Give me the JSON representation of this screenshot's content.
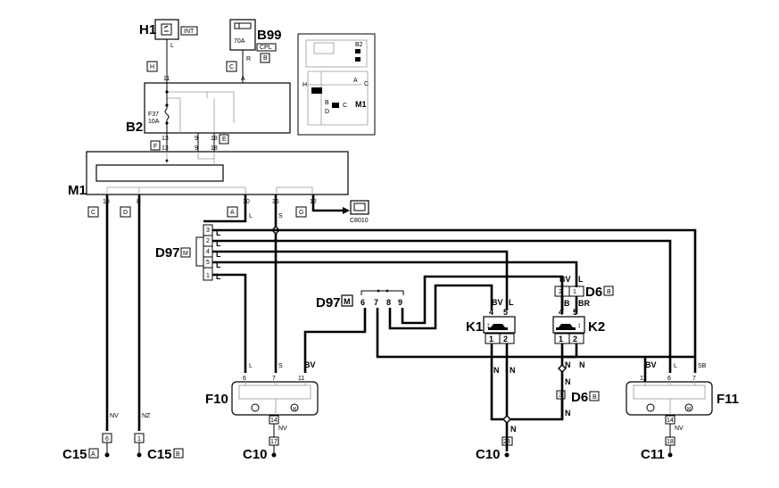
{
  "components": {
    "H1": "H1",
    "H1_tag": "INT",
    "B99": "B99",
    "B99_tag": "CPL",
    "B99_fuse": "70A",
    "B2": "B2",
    "B2_fuse": "F37",
    "B2_fuse_rating": "10A",
    "M1": "M1",
    "D97": "D97",
    "D97_tag": "M",
    "D6": "D6",
    "D6_tag": "B",
    "K1": "K1",
    "K2": "K2",
    "F10": "F10",
    "F11": "F11",
    "C15": "C15",
    "C15a_tag": "A",
    "C15b_tag": "B",
    "C10": "C10",
    "C11": "C11",
    "diag": "C8010"
  },
  "connectors": {
    "H": "H",
    "C": "C",
    "B": "B",
    "F": "F",
    "E": "E",
    "D": "D",
    "A": "A",
    "G": "G"
  },
  "pins": {
    "h1_11": "11",
    "b99_a": "A",
    "b2_13": "13",
    "b2_9": "9",
    "b2_18": "18",
    "m1_13": "13",
    "m1_9": "9",
    "m1_18": "18",
    "m1_10a": "10",
    "m1_8": "8",
    "m1_10b": "10",
    "m1_35": "35",
    "m1_12": "12",
    "d97_3": "3",
    "d97_2": "2",
    "d97_4": "4",
    "d97_5": "5",
    "d97_1": "1",
    "d97b_6": "6",
    "d97b_7": "7",
    "d97b_8": "8",
    "d97b_9": "9",
    "k_4": "4",
    "k_5": "5",
    "k_1": "1",
    "k_2": "2",
    "d6_2": "2",
    "d6_1": "1",
    "d6_3": "3",
    "f10_6": "6",
    "f10_7": "7",
    "f10_11": "11",
    "f10_14": "14",
    "f10_17": "17",
    "f11_11": "11",
    "f11_6": "6",
    "f11_7": "7",
    "f11_14": "14",
    "f11_18": "18",
    "c15_6": "6",
    "c15_1": "1",
    "c10_23": "23"
  },
  "wires": {
    "L": "L",
    "R": "R",
    "S": "S",
    "NV": "NV",
    "NZ": "NZ",
    "BV": "BV",
    "B": "B",
    "BR": "BR",
    "N": "N",
    "SB": "SB"
  },
  "locator": {
    "B2": "B2",
    "M1": "M1",
    "H": "H",
    "B": "B",
    "C": "C",
    "A": "A",
    "D": "D"
  }
}
